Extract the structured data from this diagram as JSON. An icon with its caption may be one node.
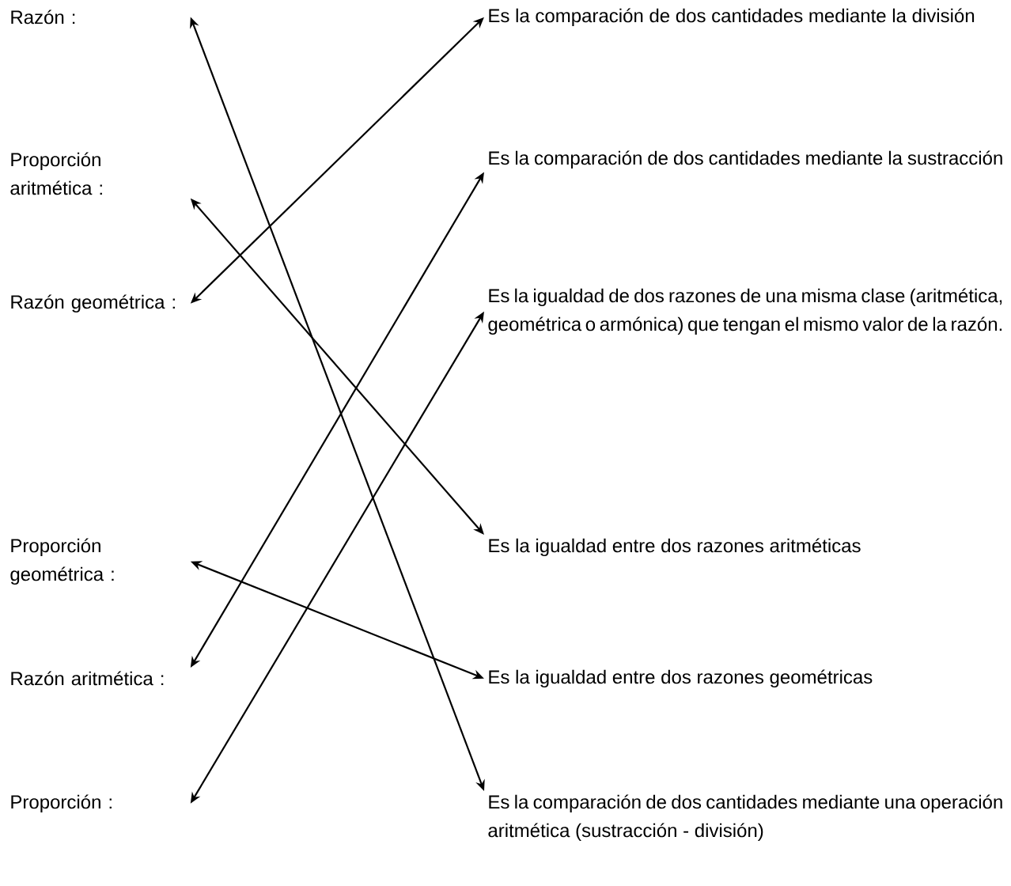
{
  "diagram": {
    "nodes": [
      {
        "text": [
          "Razón :"
        ]
      },
      {
        "text": [
          "Proporción aritmética :"
        ]
      },
      {
        "text": [
          "Razón geométrica :"
        ]
      },
      {
        "text": [
          "Proporción geométrica :"
        ]
      },
      {
        "text": [
          "Razón aritmética :"
        ]
      },
      {
        "text": [
          "Proporción :"
        ]
      },
      {
        "text": [
          "Es la comparación de dos cantidades mediante la división"
        ]
      },
      {
        "text": [
          "Es la comparación de dos cantidades mediante la sustracción"
        ]
      },
      {
        "text": [
          "Es la igualdad de dos razones de una misma clase (aritmética, geométrica o armónica) que tengan el mismo valor de la razón."
        ]
      },
      {
        "text": [
          "Es la igualdad entre dos razones aritméticas"
        ]
      },
      {
        "text": [
          "Es la igualdad entre dos razones geométricas"
        ]
      },
      {
        "text": [
          "Es la comparación de dos cantidades mediante una operación aritmética (sustracción - división)"
        ]
      }
    ],
    "edges": [
      {
        "from": 0,
        "to": 11,
        "arrow": "both"
      },
      {
        "from": 1,
        "to": 9,
        "arrow": "both"
      },
      {
        "from": 2,
        "to": 6,
        "arrow": "both"
      },
      {
        "from": 3,
        "to": 10,
        "arrow": "both"
      },
      {
        "from": 4,
        "to": 7,
        "arrow": "both"
      },
      {
        "from": 5,
        "to": 8,
        "arrow": "both"
      }
    ]
  }
}
